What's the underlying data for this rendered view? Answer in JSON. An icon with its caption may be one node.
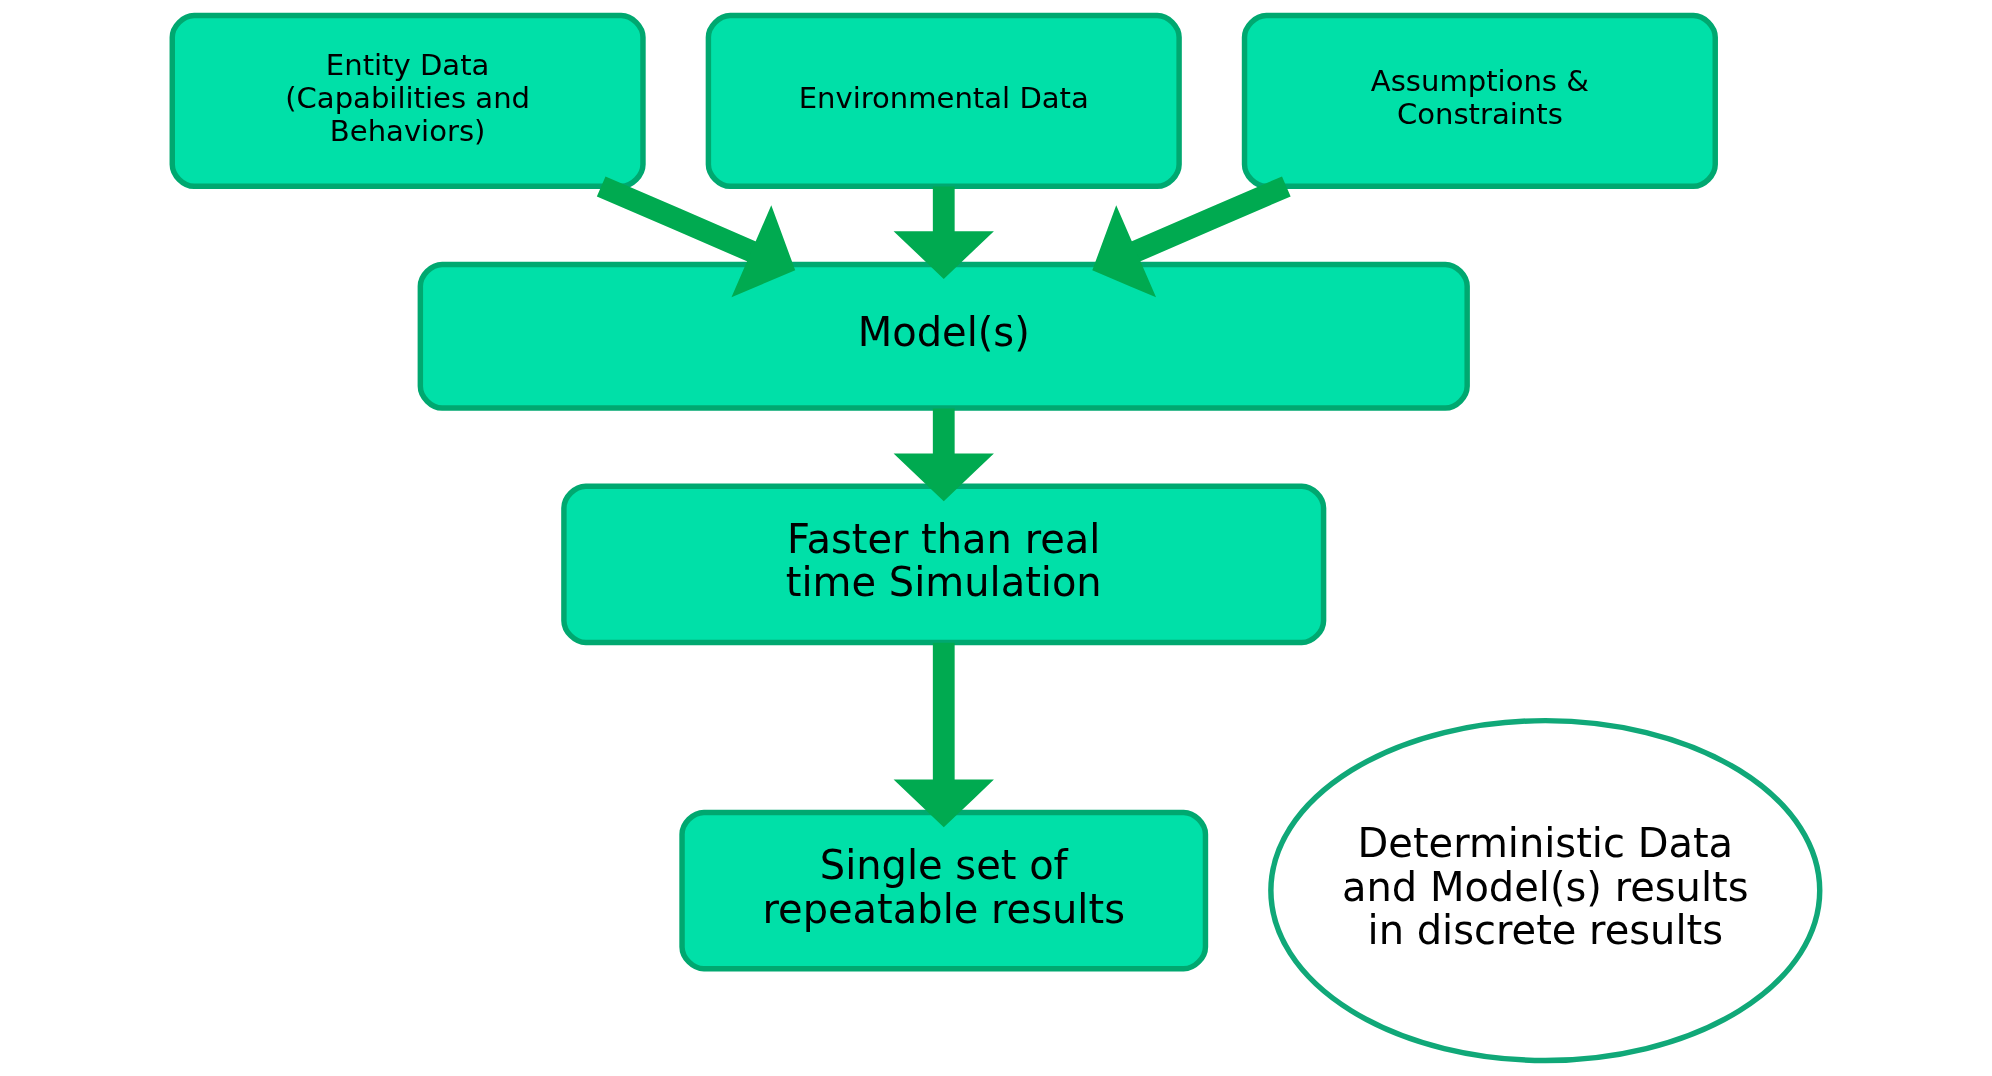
{
  "diagram": {
    "nodes": [
      {
        "text": [
          "Entity Data (Capabilities and Behaviors)"
        ]
      },
      {
        "text": [
          "Environmental Data"
        ]
      },
      {
        "text": [
          "Assumptions & Constraints"
        ]
      },
      {
        "text": [
          "Model(s)"
        ]
      },
      {
        "text": [
          "Faster than real time Simulation"
        ]
      },
      {
        "text": [
          "Single set of repeatable results"
        ]
      },
      {
        "text": [
          "Deterministic Data and Model(s) results in discrete results"
        ]
      }
    ],
    "edges": [
      {
        "from": 0,
        "to": 3,
        "arrow": "to"
      },
      {
        "from": 1,
        "to": 3,
        "arrow": "to"
      },
      {
        "from": 2,
        "to": 3,
        "arrow": "to"
      },
      {
        "from": 3,
        "to": 4,
        "arrow": "to"
      },
      {
        "from": 4,
        "to": 5,
        "arrow": "to"
      }
    ]
  }
}
